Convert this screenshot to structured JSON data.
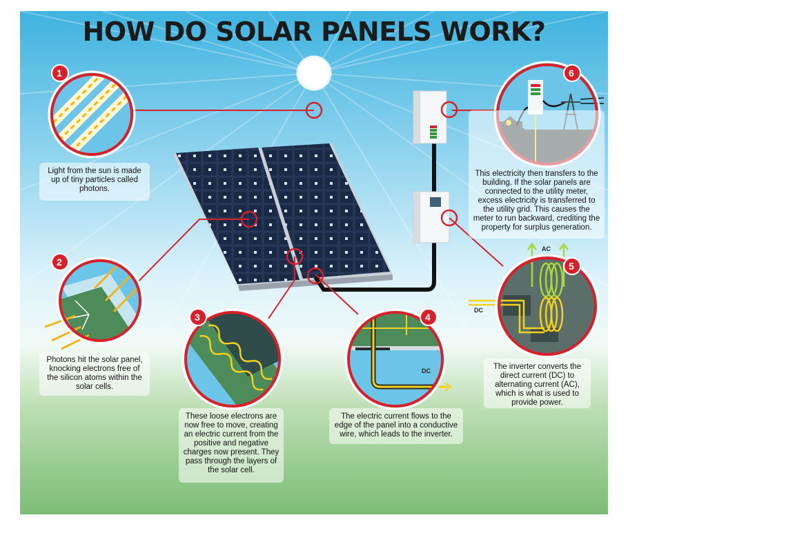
{
  "title": "HOW DO SOLAR PANELS WORK?",
  "steps": [
    {
      "number": "1",
      "text": "Light from the sun is made up of tiny particles called photons."
    },
    {
      "number": "2",
      "text": "Photons hit the solar panel, knocking electrons free of the silicon atoms within the solar cells."
    },
    {
      "number": "3",
      "text": "These loose electrons are now free to move, creating an electric current from the positive and negative charges now present. They pass through the layers of the solar cell."
    },
    {
      "number": "4",
      "text": "The electric current flows to the edge of the panel into a conductive wire, which leads to the inverter."
    },
    {
      "number": "5",
      "text": "The inverter converts the direct current (DC) to alternating current (AC), which is what is used to provide power."
    },
    {
      "number": "6",
      "text": "This electricity then transfers to the building. If the solar panels are connected to the utility meter, excess electricity is transferred to the utility grid. This causes the meter to run backward, crediting the property for surplus generation."
    }
  ],
  "labels": {
    "dc": "DC",
    "ac": "AC"
  },
  "colors": {
    "accent_red": "#d8202a",
    "panel": "#1c2a4a",
    "wire_yellow": "#f4d11a",
    "circuit_green": "#4d8b5a"
  }
}
